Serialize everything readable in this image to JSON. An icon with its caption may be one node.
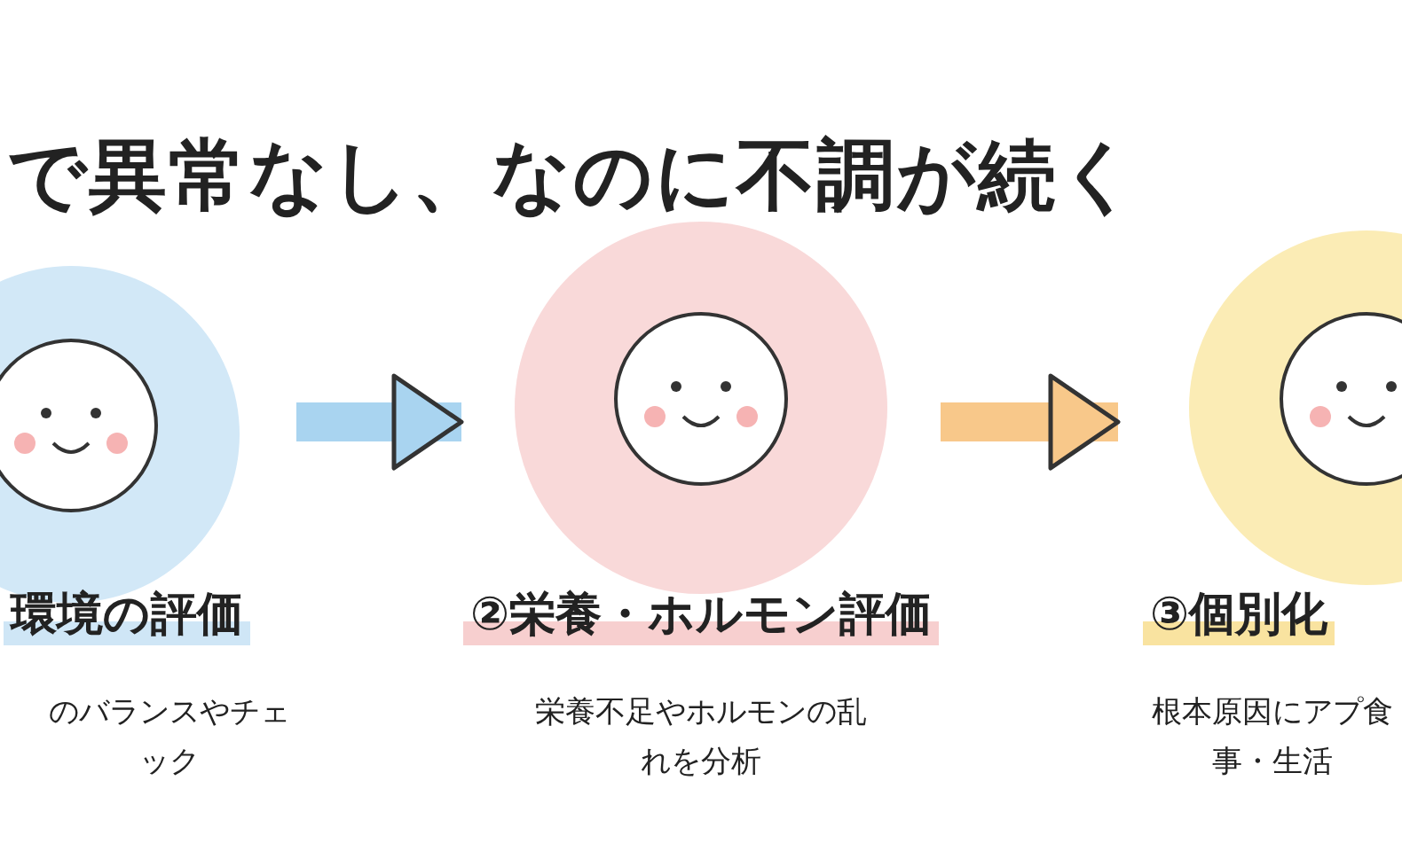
{
  "diagram": {
    "title": "で異常なし、なのに不調が続く",
    "nodes": [
      {
        "text": [
          "環境の評価",
          "のバランスやチェック"
        ]
      },
      {
        "text": [
          "②栄養・ホルモン評価",
          "栄養不足やホルモンの乱れを分析"
        ]
      },
      {
        "text": [
          "③個別化",
          "根本原因にアプ食事・生活"
        ]
      }
    ],
    "edges": [
      {
        "from": 0,
        "to": 1,
        "arrow": "to",
        "color": "#a9d4f0"
      },
      {
        "from": 1,
        "to": 2,
        "arrow": "to",
        "color": "#f8c88a"
      }
    ]
  }
}
